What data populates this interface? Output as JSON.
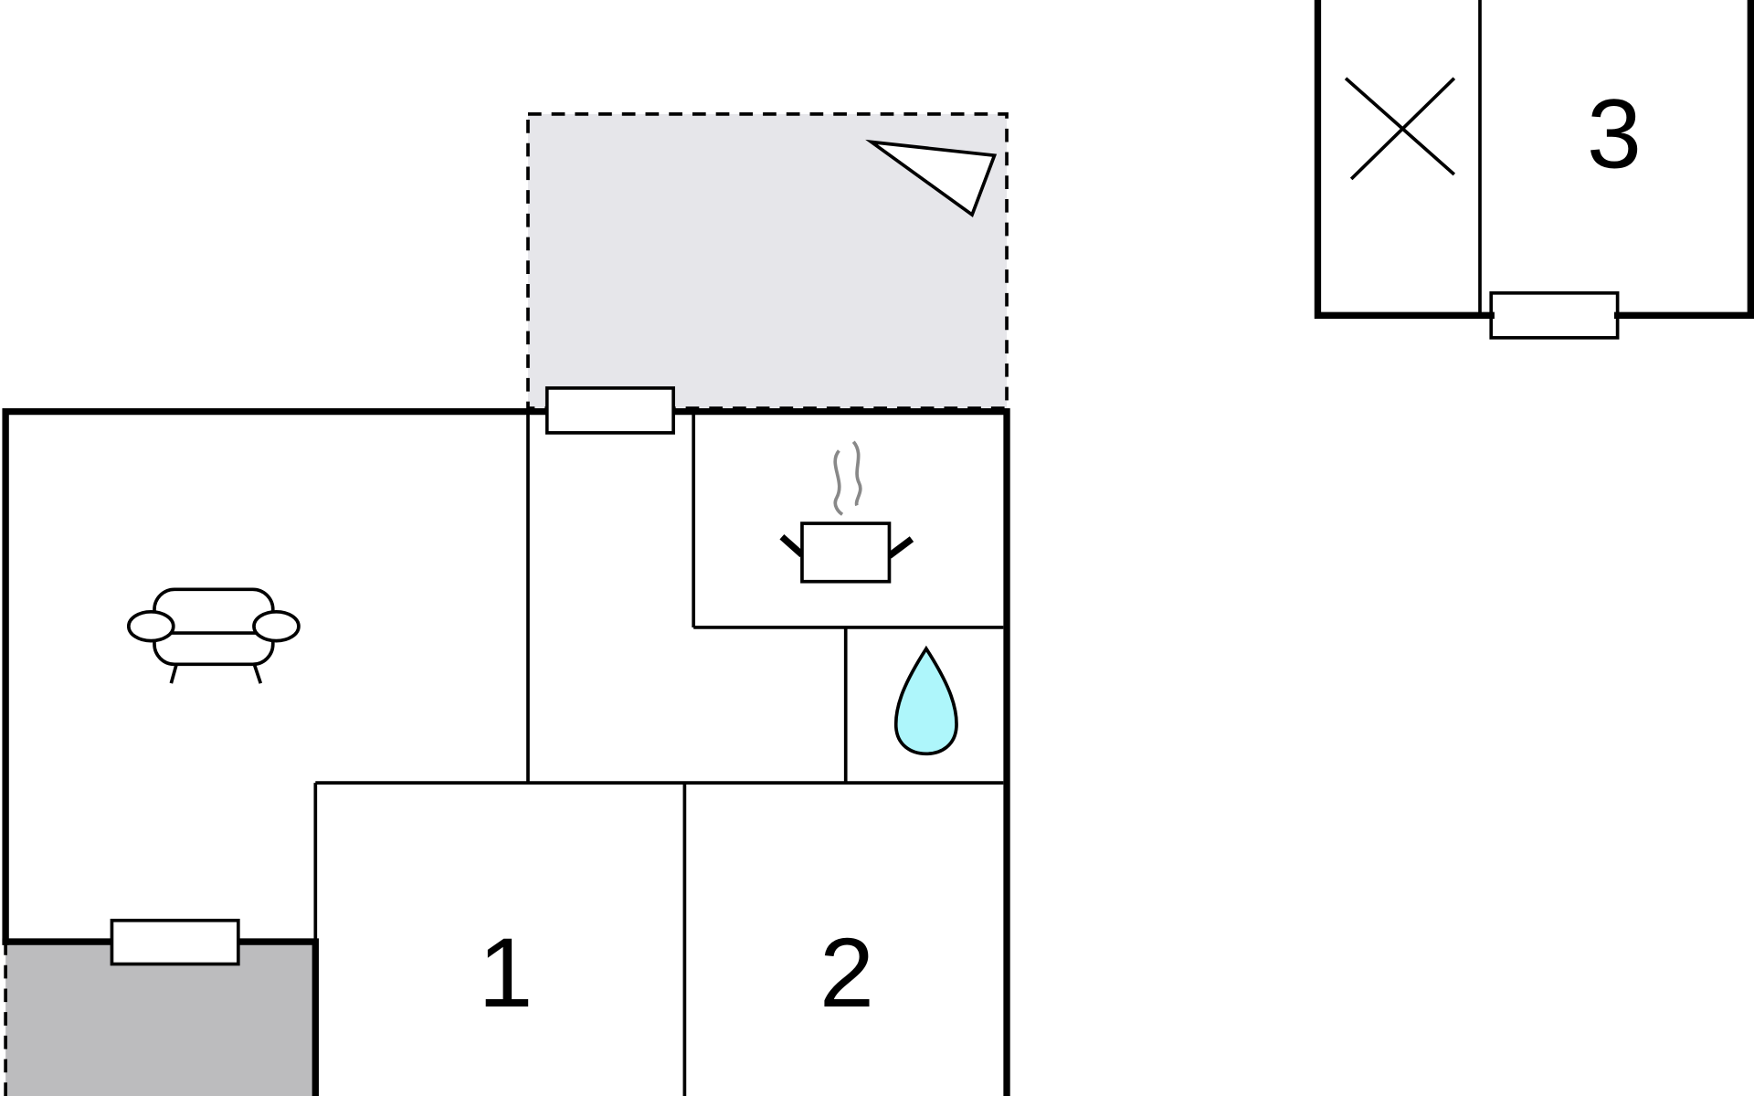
{
  "rooms": [
    {
      "label": "1"
    },
    {
      "label": "2"
    },
    {
      "label": "3"
    }
  ],
  "icons": {
    "living": "sofa-icon",
    "kitchen": "cooking-pot-icon",
    "bathroom": "water-drop-icon",
    "terrace": "sail-shade-icon",
    "outbuilding": "cross-icon"
  },
  "colors": {
    "terrace_fill": "#e6e6ea",
    "patio_fill": "#bcbcbe",
    "water": "#aef6fb",
    "steam": "#888888"
  }
}
